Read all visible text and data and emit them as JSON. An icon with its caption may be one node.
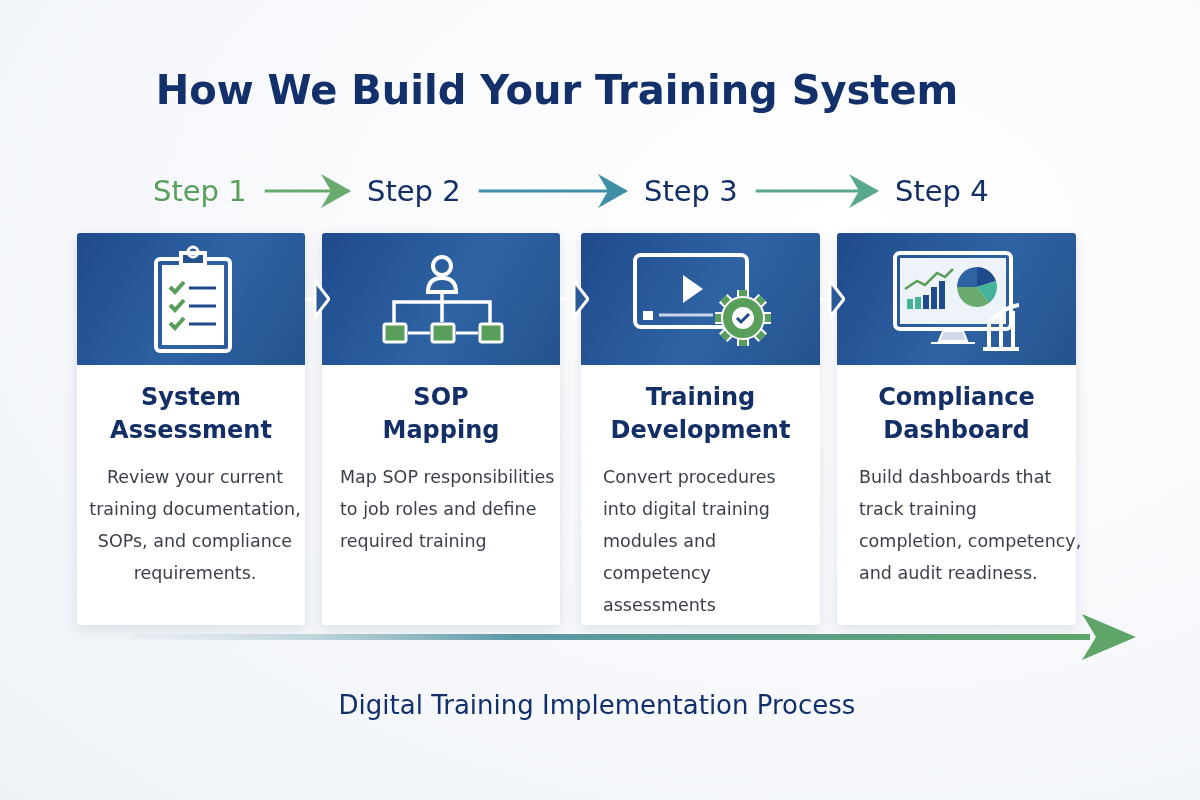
{
  "diagram": {
    "title": "How We Build Your Training System",
    "caption": "Digital Training Implementation Process",
    "nodes": [
      {
        "text": [
          "Step 1"
        ]
      },
      {
        "text": [
          "Step 2"
        ]
      },
      {
        "text": [
          "Step 3"
        ]
      },
      {
        "text": [
          "Step 4"
        ]
      },
      {
        "text": [
          "System Assessment",
          "Review your current training documentation, SOPs, and compliance requirements."
        ]
      },
      {
        "text": [
          "SOP Mapping",
          "Map SOP responsibilities to job roles and define required training"
        ]
      },
      {
        "text": [
          "Training Development",
          "Convert procedures into digital training modules and competency assessments"
        ]
      },
      {
        "text": [
          "Compliance Dashboard",
          "Build dashboards that track training completion, competency, and audit readiness."
        ]
      }
    ],
    "edges": [
      {
        "from": 0,
        "to": 1,
        "arrow": "to",
        "color": "#6aaa6e"
      },
      {
        "from": 1,
        "to": 2,
        "arrow": "to",
        "color": "#3f8fa6"
      },
      {
        "from": 2,
        "to": 3,
        "arrow": "to",
        "color": "#5aa88f"
      },
      {
        "from": 4,
        "to": 5,
        "arrow": "to",
        "color": "#ffffff"
      },
      {
        "from": 5,
        "to": 6,
        "arrow": "to",
        "color": "#ffffff"
      },
      {
        "from": 6,
        "to": 7,
        "arrow": "to",
        "color": "#ffffff"
      }
    ]
  }
}
